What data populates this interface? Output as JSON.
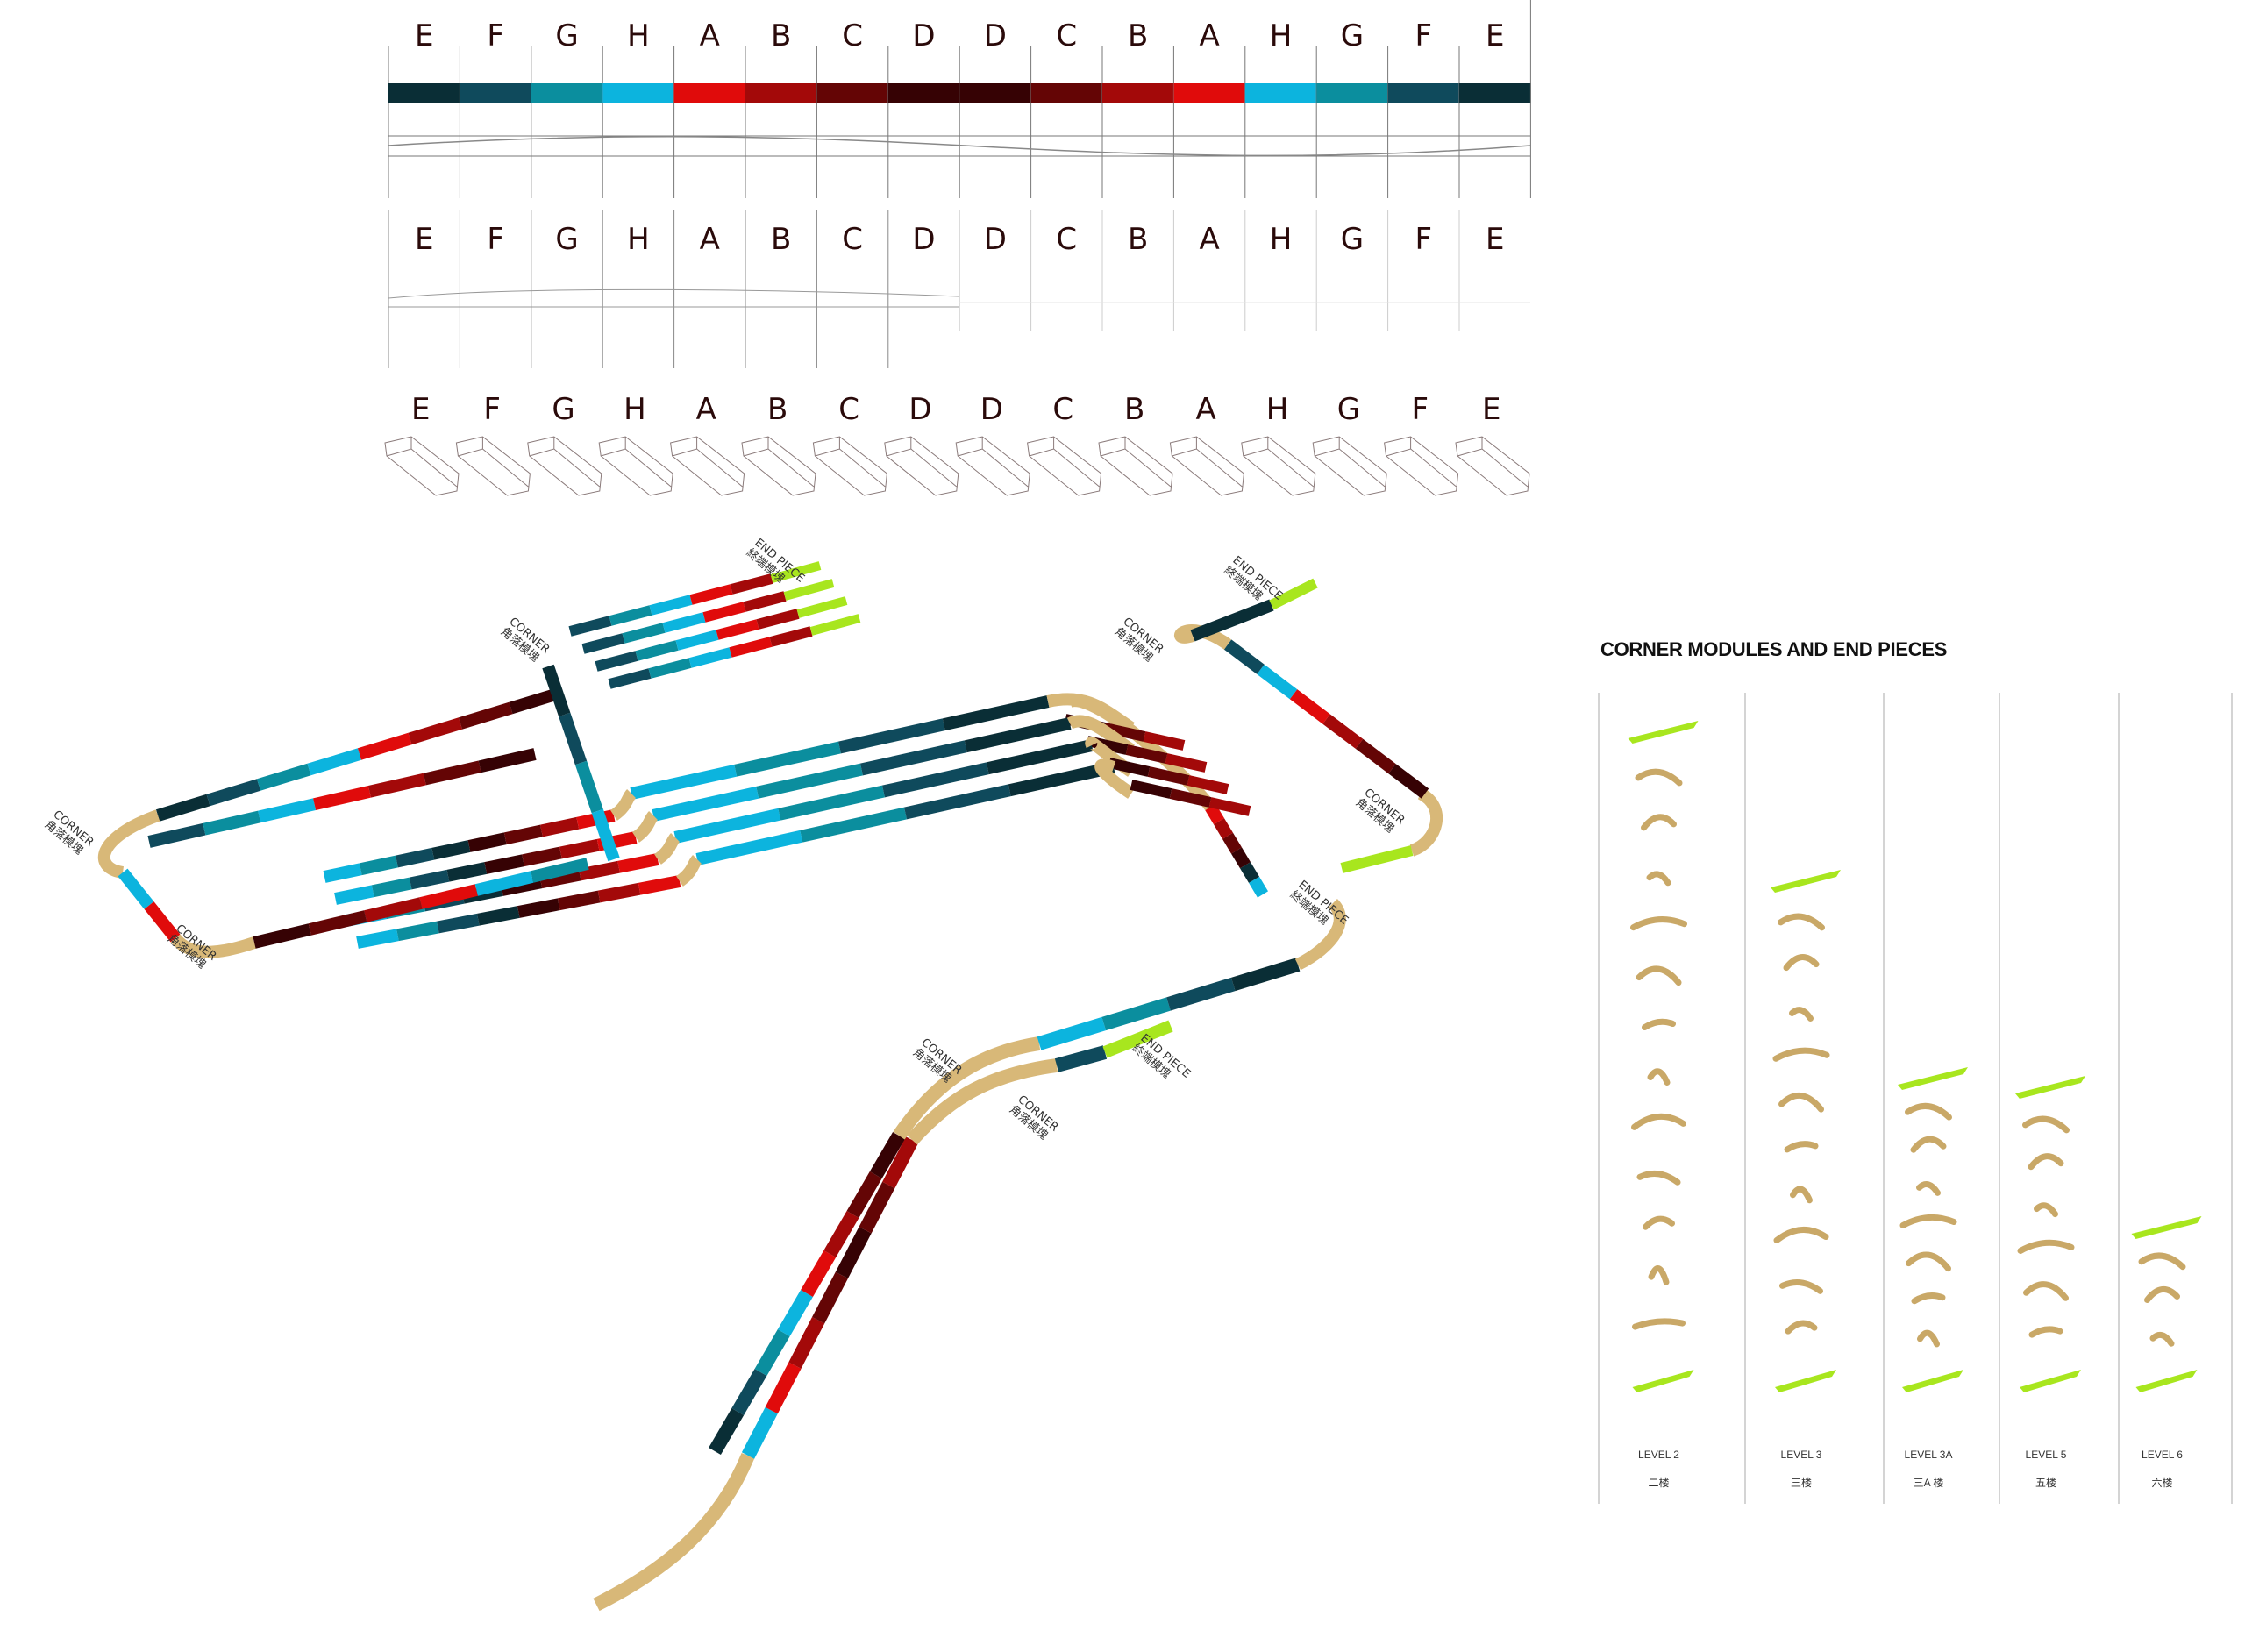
{
  "strip": {
    "letters": [
      "E",
      "F",
      "G",
      "H",
      "A",
      "B",
      "C",
      "D",
      "D",
      "C",
      "B",
      "A",
      "H",
      "G",
      "F",
      "E"
    ]
  },
  "colors": {
    "A": "#e00b0b",
    "B": "#a30909",
    "C": "#640505",
    "D": "#360204",
    "H": "#0cb4de",
    "G": "#0b8e9e",
    "F": "#0f4a5c",
    "E": "#0a2e36",
    "corner": "#d8b878",
    "end_piece": "#a8e61e"
  },
  "diagram": {
    "corner_label": "CORNER",
    "corner_label_cn": "角落模塊",
    "end_label": "END PIECE",
    "end_label_cn": "終端模塊"
  },
  "panel": {
    "title": "CORNER MODULES AND END PIECES",
    "levels": [
      {
        "name": "LEVEL 2",
        "cn": "二楼"
      },
      {
        "name": "LEVEL 3",
        "cn": "三楼"
      },
      {
        "name": "LEVEL 3A",
        "cn": "三A 楼"
      },
      {
        "name": "LEVEL 5",
        "cn": "五楼"
      },
      {
        "name": "LEVEL 6",
        "cn": "六楼"
      }
    ]
  }
}
